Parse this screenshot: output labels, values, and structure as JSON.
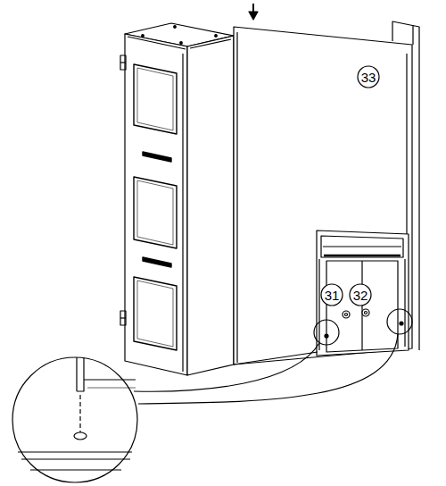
{
  "diagram": {
    "labels": [
      "33",
      "31",
      "32"
    ]
  }
}
